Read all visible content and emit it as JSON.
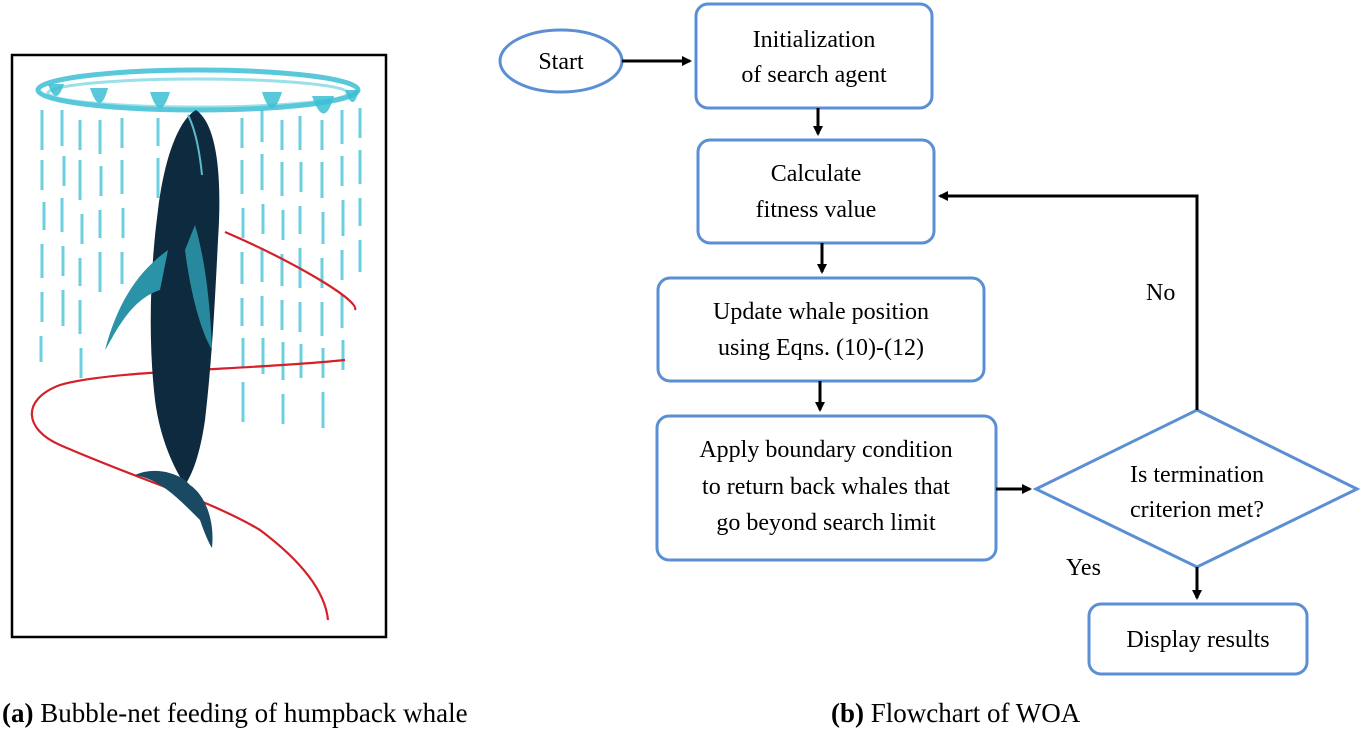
{
  "colors": {
    "node_border": "#5b8fd4",
    "arrow": "#000000",
    "bubble": "#3bbfd4",
    "whale": "#0e2a3f",
    "net_line": "#d42028"
  },
  "illustration": {
    "subject": "humpback whale inside a rising ring of bubbles"
  },
  "flowchart": {
    "start": "Start",
    "init": [
      "Initialization",
      "of search agent"
    ],
    "fitness": [
      "Calculate",
      "fitness value"
    ],
    "update": [
      "Update whale position",
      "using Eqns. (10)-(12)"
    ],
    "boundary": [
      "Apply boundary condition",
      "to return back whales that",
      "go beyond search limit"
    ],
    "decision": [
      "Is termination",
      "criterion met?"
    ],
    "results": "Display results",
    "no_label": "No",
    "yes_label": "Yes"
  },
  "captions": {
    "a": {
      "tag": "(a)",
      "text": " Bubble-net feeding of humpback whale"
    },
    "b": {
      "tag": "(b)",
      "text": " Flowchart of WOA"
    }
  }
}
